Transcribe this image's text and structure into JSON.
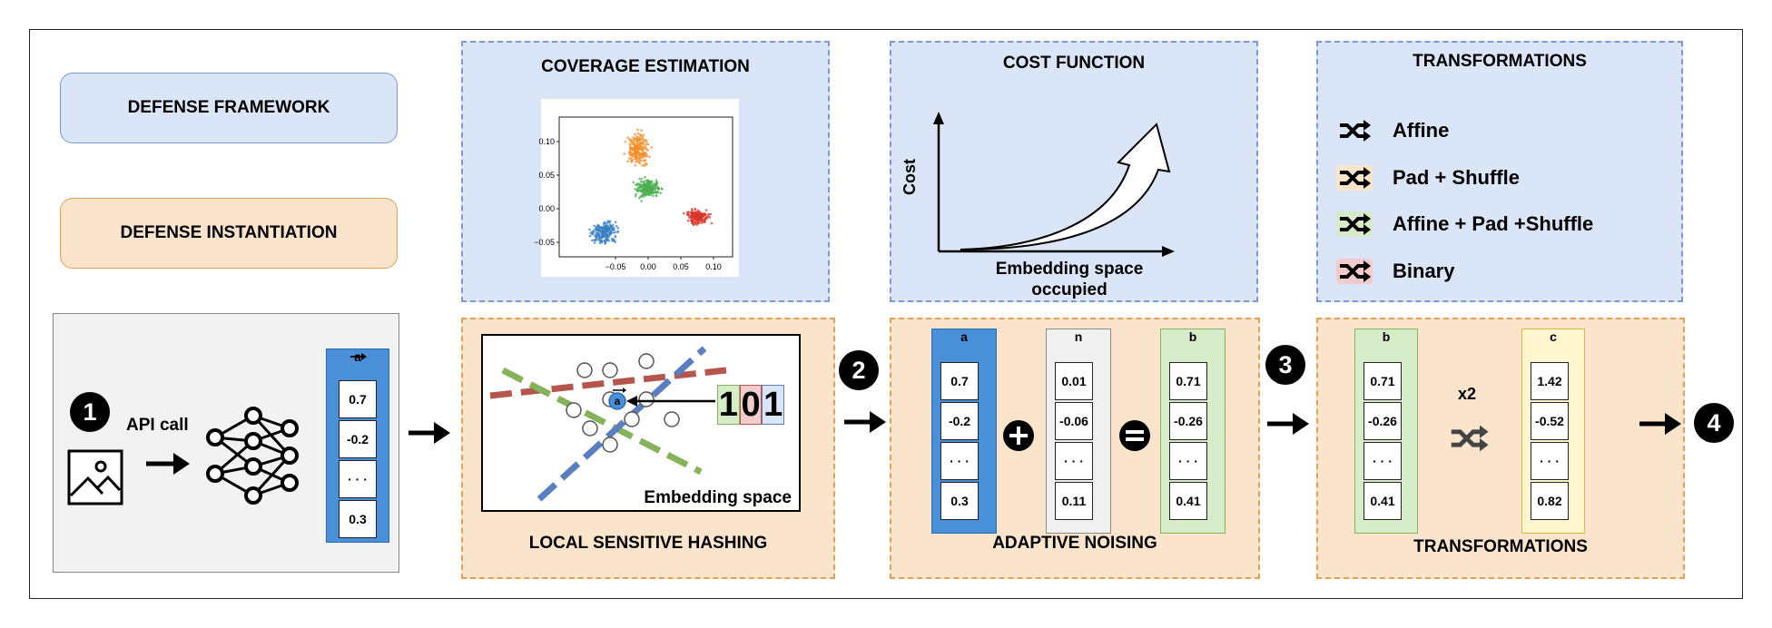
{
  "legend": {
    "framework": "DEFENSE FRAMEWORK",
    "instantiation": "DEFENSE INSTANTIATION"
  },
  "coverage": {
    "title": "COVERAGE ESTIMATION",
    "x_ticks": [
      "−0.05",
      "0.00",
      "0.05",
      "0.10"
    ],
    "y_ticks": [
      "0.10",
      "0.05",
      "0.00",
      "−0.05"
    ]
  },
  "cost": {
    "title": "COST FUNCTION",
    "ylabel": "Cost",
    "xlabel_1": "Embedding space",
    "xlabel_2": "occupied"
  },
  "transforms_legend": {
    "title": "TRANSFORMATIONS",
    "items": [
      {
        "label": "Affine",
        "color": "#dae6f8"
      },
      {
        "label": "Pad + Shuffle",
        "color": "#fbe4cc"
      },
      {
        "label": "Affine + Pad +Shuffle",
        "color": "#d6ecc9"
      },
      {
        "label": "Binary",
        "color": "#f2cccc"
      }
    ]
  },
  "api": {
    "step": "1",
    "call_label": "API call",
    "vector_label": "a",
    "vector": [
      "0.7",
      "-0.2",
      "· · ·",
      "0.3"
    ]
  },
  "lsh": {
    "title": "LOCAL SENSITIVE HASHING",
    "space_label": "Embedding space",
    "point_label": "a",
    "hash_bits": [
      "1",
      "0",
      "1"
    ]
  },
  "noising": {
    "step": "2",
    "title": "ADAPTIVE NOISING",
    "vec_a_label": "a",
    "vec_a": [
      "0.7",
      "-0.2",
      "· · ·",
      "0.3"
    ],
    "vec_n_label": "n",
    "vec_n": [
      "0.01",
      "-0.06",
      "· · ·",
      "0.11"
    ],
    "vec_b_label": "b",
    "vec_b": [
      "0.71",
      "-0.26",
      "· · ·",
      "0.41"
    ]
  },
  "transformations": {
    "step": "3",
    "title": "TRANSFORMATIONS",
    "multiplier": "x2",
    "vec_b_label": "b",
    "vec_b": [
      "0.71",
      "-0.26",
      "· · ·",
      "0.41"
    ],
    "vec_c_label": "c",
    "vec_c": [
      "1.42",
      "-0.52",
      "· · ·",
      "0.82"
    ]
  },
  "final_step": "4",
  "colors": {
    "blue_panel": "#dae6f8",
    "orange_panel": "#fbe4cc",
    "vector_blue": "#4a90d9",
    "vector_green": "#d6ecc9",
    "vector_yellow": "#fff6cf",
    "vector_gray": "#f0f0f0"
  }
}
